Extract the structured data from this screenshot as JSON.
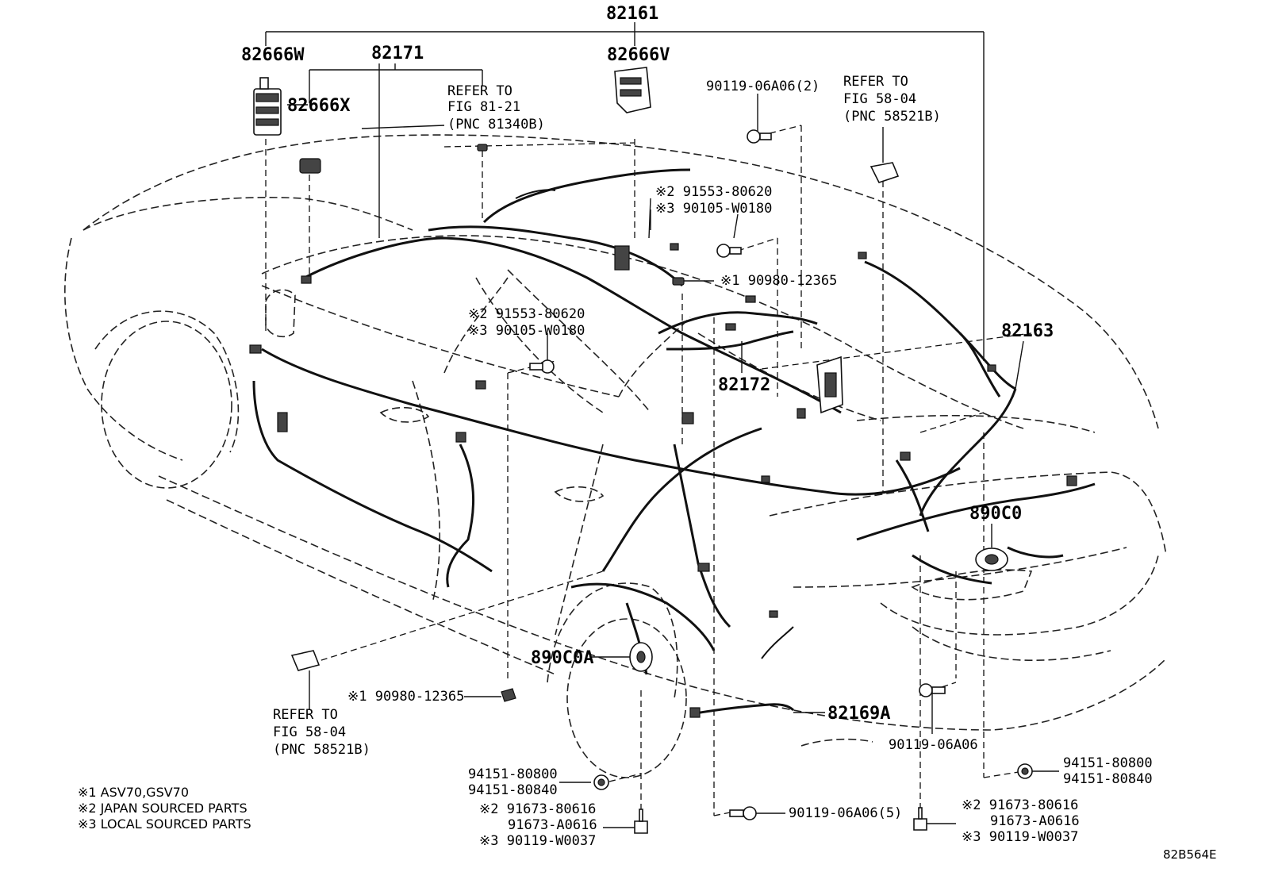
{
  "labels": {
    "top": "82161",
    "w": "82666W",
    "h82171": "82171",
    "v": "82666V",
    "x": "82666X",
    "refer1": "REFER TO",
    "fig1": "FIG 81-21",
    "pnc1": "(PNC 81340B)",
    "bolt1": "90119-06A06(2)",
    "refer2": "REFER TO",
    "fig2": "FIG 58-04",
    "pnc2": "(PNC 58521B)",
    "n2a": "※2 91553-80620",
    "n3a": "※3 90105-W0180",
    "n1a": "※1 90980-12365",
    "n2b": "※2 91553-80620",
    "n3b": "※3 90105-W0180",
    "h82163": "82163",
    "h82172": "82172",
    "h890c0": "890C0",
    "h890c0a": "890C0A",
    "n1b": "※1 90980-12365",
    "h82169a": "82169A",
    "refer3": "REFER TO",
    "fig3": "FIG 58-04",
    "pnc3": "(PNC 58521B)",
    "bolt2": "90119-06A06",
    "g1a": "94151-80800",
    "g1b": "94151-80840",
    "g2a": "94151-80800",
    "g2b": "94151-80840",
    "s1a": "※2 91673-80616",
    "s1b": "91673-A0616",
    "s1c": "※3 90119-W0037",
    "bolt3": "90119-06A06(5)",
    "s2a": "※2 91673-80616",
    "s2b": "91673-A0616",
    "s2c": "※3 90119-W0037"
  },
  "legend": [
    "※1 ASV70,GSV70",
    "※2 JAPAN SOURCED PARTS",
    "※3 LOCAL SOURCED PARTS"
  ],
  "figure_id": "82B564E"
}
